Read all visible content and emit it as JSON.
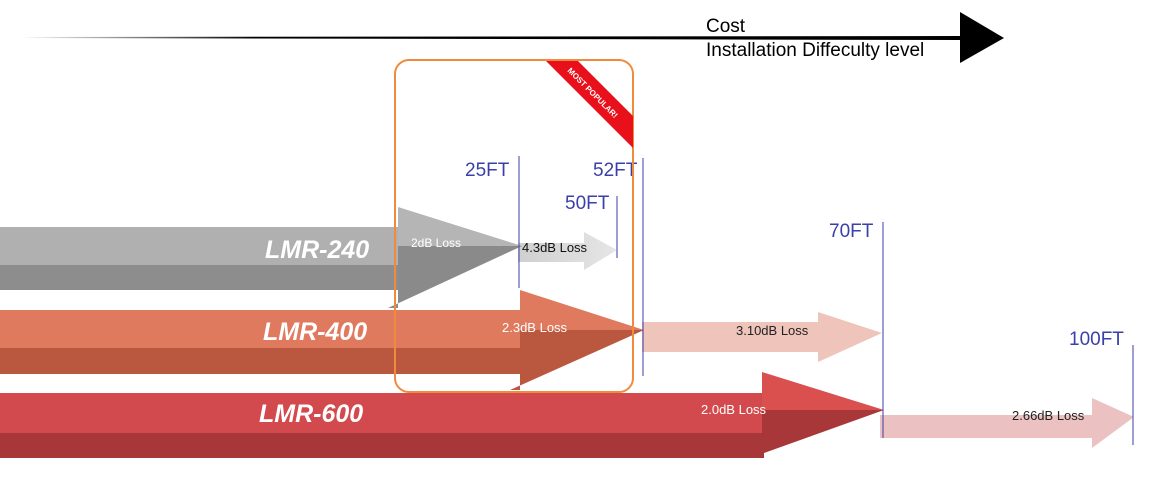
{
  "header": {
    "cost_label": "Cost",
    "difficulty_label": "Installation Diffeculty level"
  },
  "badge": {
    "text": "MOST POPULAR!",
    "color": "#e8101a"
  },
  "cables": [
    {
      "name": "LMR-240",
      "color": "#a9a9a9",
      "segments": [
        {
          "loss": "2dB Loss"
        },
        {
          "loss": "4.3dB Loss"
        }
      ]
    },
    {
      "name": "LMR-400",
      "color": "#e07a5f",
      "segments": [
        {
          "loss": "2.3dB Loss"
        },
        {
          "loss": "3.10dB Loss"
        }
      ]
    },
    {
      "name": "LMR-600",
      "color": "#cf4245",
      "segments": [
        {
          "loss": "2.0dB Loss"
        },
        {
          "loss": "2.66dB Loss"
        }
      ]
    }
  ],
  "markers": {
    "ft25": "25FT",
    "ft50": "50FT",
    "ft52": "52FT",
    "ft70": "70FT",
    "ft100": "100FT"
  },
  "colors": {
    "marker_text": "#3b3fa8",
    "marker_line": "#3b3fa8",
    "highlight_box": "#f08a3c",
    "axis_arrow": "#000000"
  }
}
